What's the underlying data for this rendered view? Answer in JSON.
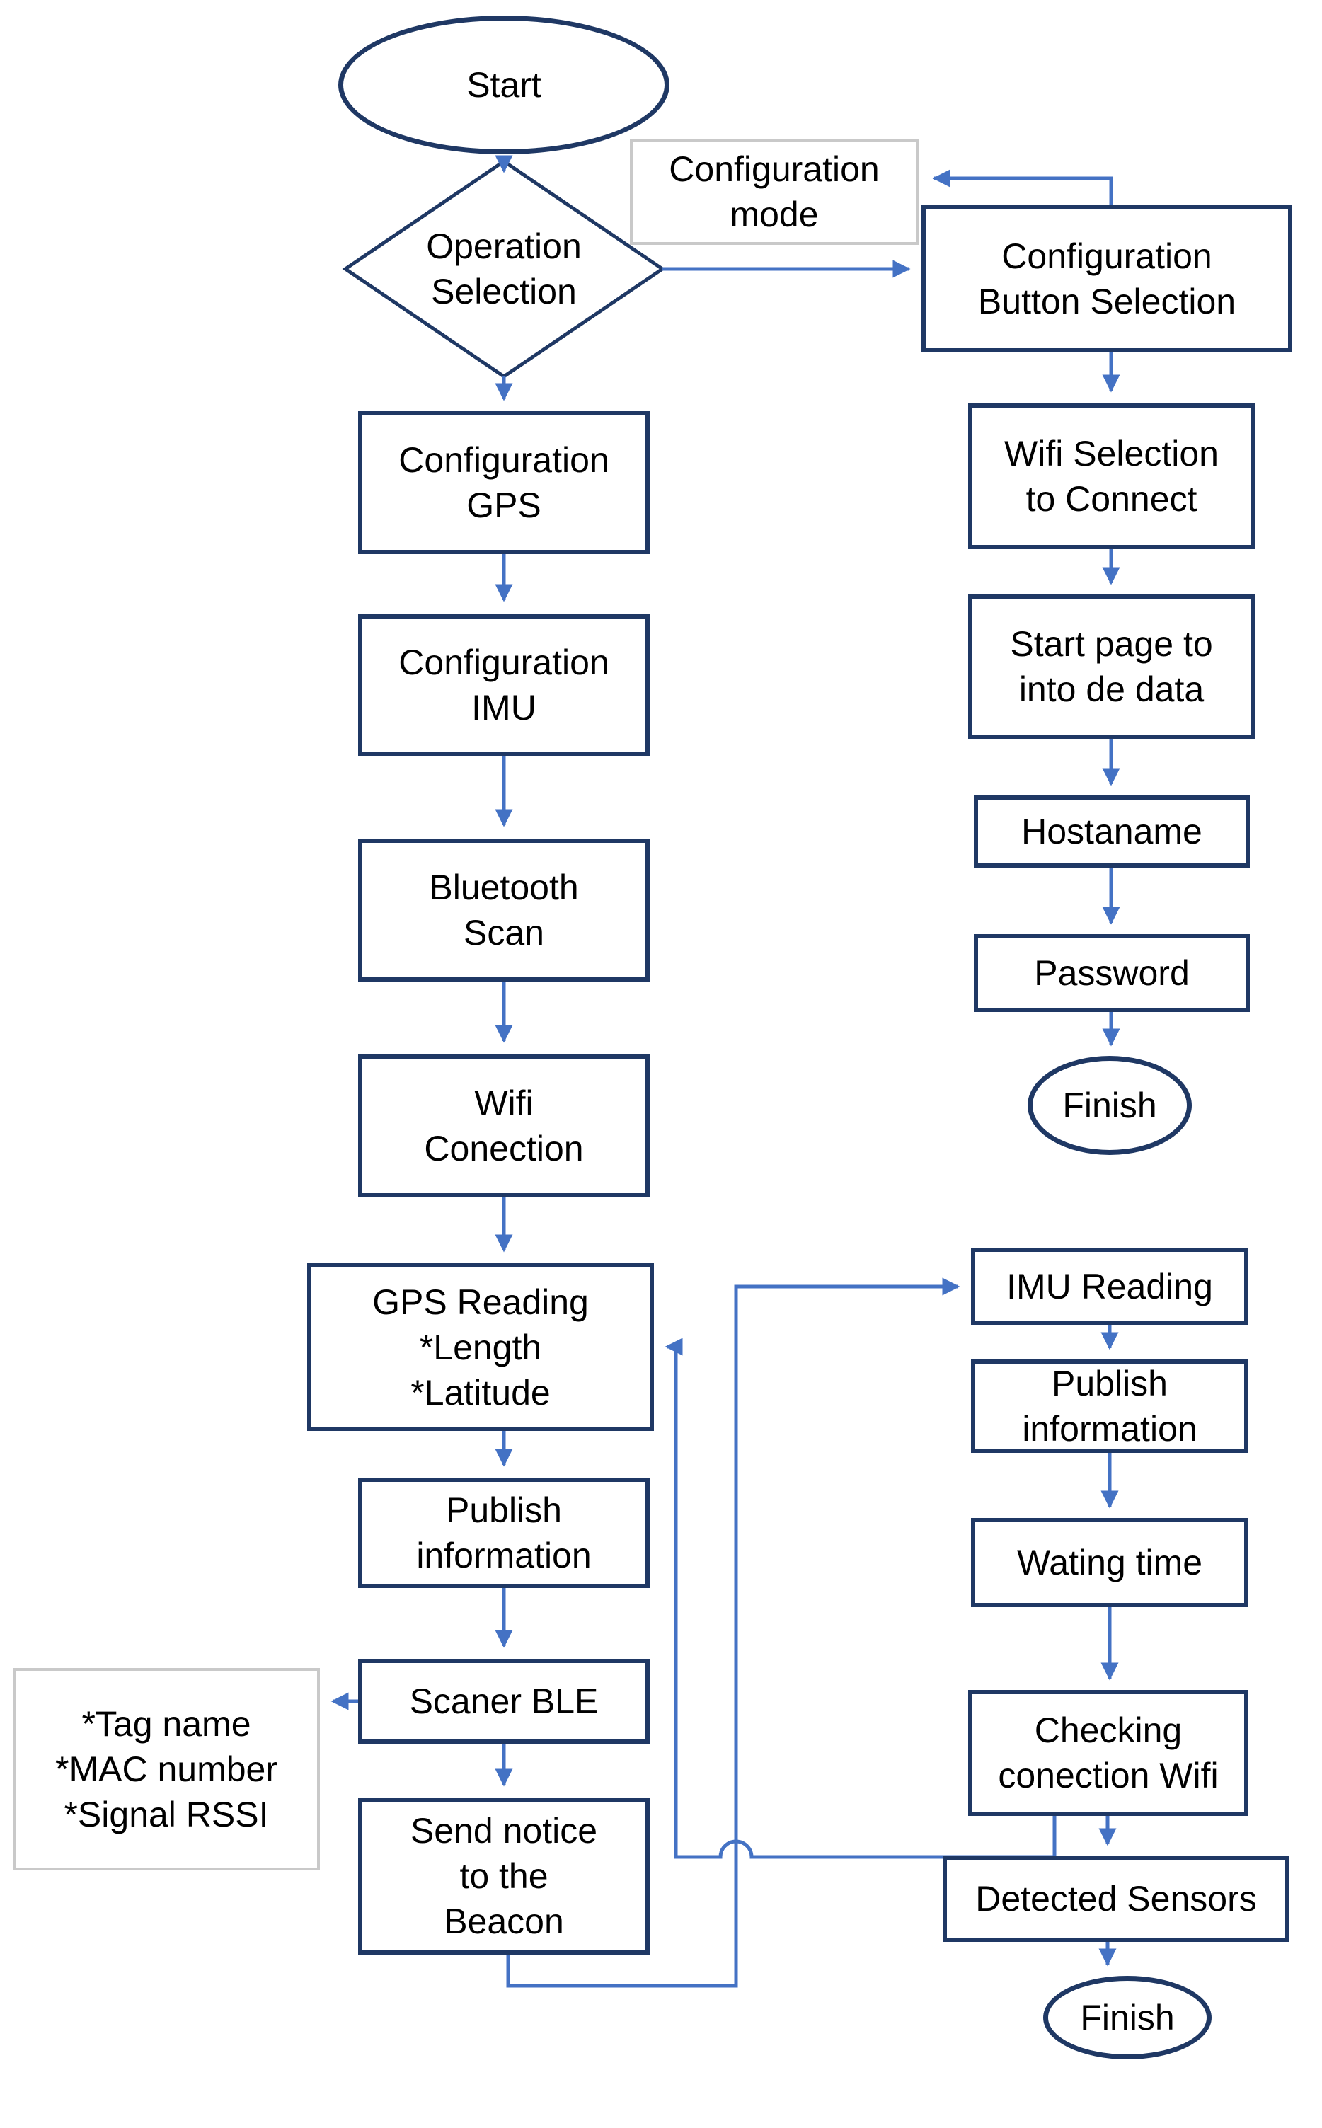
{
  "diagram": {
    "type": "flowchart",
    "nodes": {
      "start": {
        "label": "Start",
        "shape": "ellipse"
      },
      "operation_selection": {
        "label": "Operation\nSelection",
        "shape": "diamond"
      },
      "configuration_mode": {
        "label": "Configuration\nmode",
        "shape": "label-box"
      },
      "configuration_button": {
        "label": "Configuration\nButton Selection",
        "shape": "process"
      },
      "configuration_gps": {
        "label": "Configuration\nGPS",
        "shape": "process"
      },
      "configuration_imu": {
        "label": "Configuration\nIMU",
        "shape": "process"
      },
      "bluetooth_scan": {
        "label": "Bluetooth\nScan",
        "shape": "process"
      },
      "wifi_conection": {
        "label": "Wifi\nConection",
        "shape": "process"
      },
      "gps_reading": {
        "label": "GPS Reading\n*Length\n*Latitude",
        "shape": "process"
      },
      "publish_information_left": {
        "label": "Publish\ninformation",
        "shape": "process"
      },
      "scaner_ble": {
        "label": "Scaner BLE",
        "shape": "process"
      },
      "send_notice": {
        "label": "Send notice\nto the\nBeacon",
        "shape": "process"
      },
      "tag_info": {
        "label": "*Tag name\n*MAC number\n*Signal RSSI",
        "shape": "label-box"
      },
      "wifi_selection": {
        "label": "Wifi Selection\nto Connect",
        "shape": "process"
      },
      "start_page": {
        "label": "Start page to\ninto de data",
        "shape": "process"
      },
      "hostaname": {
        "label": "Hostaname",
        "shape": "process"
      },
      "password": {
        "label": "Password",
        "shape": "process"
      },
      "finish_top": {
        "label": "Finish",
        "shape": "ellipse"
      },
      "imu_reading": {
        "label": "IMU Reading",
        "shape": "process"
      },
      "publish_information_right": {
        "label": "Publish\ninformation",
        "shape": "process"
      },
      "wating_time": {
        "label": "Wating time",
        "shape": "process"
      },
      "checking_wifi": {
        "label": "Checking\nconection Wifi",
        "shape": "process"
      },
      "detected_sensors": {
        "label": "Detected Sensors",
        "shape": "process"
      },
      "finish_bottom": {
        "label": "Finish",
        "shape": "ellipse"
      }
    },
    "edges": [
      "start -> operation_selection",
      "operation_selection -> configuration_button",
      "operation_selection -> configuration_gps",
      "configuration_gps -> configuration_imu",
      "configuration_imu -> bluetooth_scan",
      "bluetooth_scan -> wifi_conection",
      "wifi_conection -> gps_reading",
      "gps_reading -> publish_information_left",
      "publish_information_left -> scaner_ble",
      "scaner_ble -> tag_info",
      "scaner_ble -> send_notice",
      "send_notice -> imu_reading",
      "checking_wifi -> gps_reading",
      "configuration_button -> configuration_mode",
      "configuration_button -> wifi_selection",
      "wifi_selection -> start_page",
      "start_page -> hostaname",
      "hostaname -> password",
      "password -> finish_top",
      "imu_reading -> publish_information_right",
      "publish_information_right -> wating_time",
      "wating_time -> checking_wifi",
      "checking_wifi -> detected_sensors",
      "detected_sensors -> finish_bottom"
    ]
  },
  "colors": {
    "box_border": "#1f3864",
    "gray_border": "#c9c9c9",
    "arrow": "#4472c4",
    "text": "#000000",
    "background": "#ffffff"
  }
}
